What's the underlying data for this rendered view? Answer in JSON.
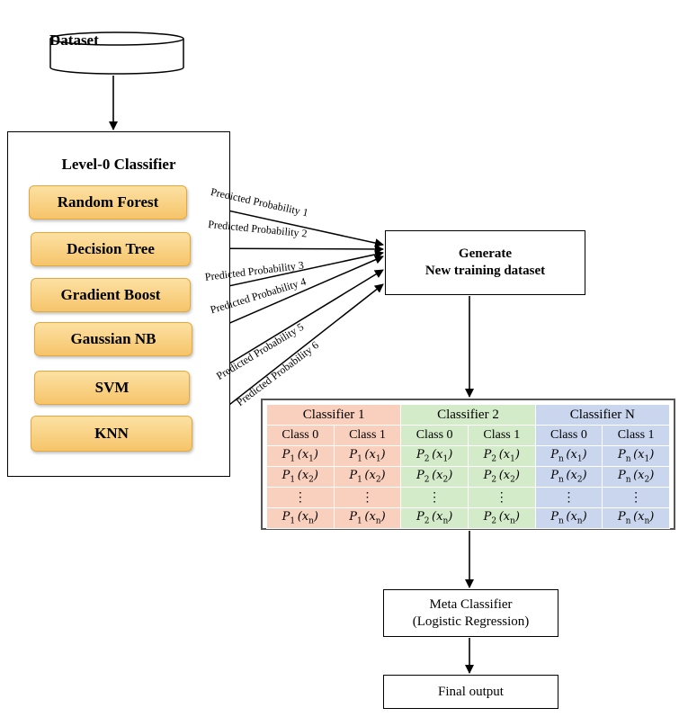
{
  "dataset": {
    "label": "Dataset"
  },
  "level0": {
    "title": "Level-0 Classifier",
    "classifiers": [
      "Random Forest",
      "Decision Tree",
      "Gradient Boost",
      "Gaussian NB",
      "SVM",
      "KNN"
    ]
  },
  "arrows": {
    "labels": [
      "Predicted Probability 1",
      "Predicted Probability 2",
      "Predicted Probability 3",
      "Predicted Probability 4",
      "Predicted Probability 5",
      "Predicted Probability 6"
    ]
  },
  "generate": {
    "line1": "Generate",
    "line2": "New training dataset"
  },
  "table": {
    "groups": [
      "Classifier 1",
      "Classifier 2",
      "Classifier N"
    ],
    "classes": [
      "Class 0",
      "Class 1",
      "Class 0",
      "Class 1",
      "Class 0",
      "Class 1"
    ],
    "rows": [
      [
        "P1(x1)",
        "P1(x1)",
        "P2(x1)",
        "P2(x1)",
        "Pn(x1)",
        "Pn(x1)"
      ],
      [
        "P1(x2)",
        "P1(x2)",
        "P2(x2)",
        "P2(x2)",
        "Pn(x2)",
        "Pn(x2)"
      ],
      [
        "⋮",
        "⋮",
        "⋮",
        "⋮",
        "⋮",
        "⋮"
      ],
      [
        "P1(xn)",
        "P1(xn)",
        "P2(xn)",
        "P2(xn)",
        "Pn(xn)",
        "Pn(xn)"
      ]
    ],
    "colors": {
      "classifier1": "#f9cfbd",
      "classifier2": "#d3ebc8",
      "classifierN": "#c9d6ee"
    }
  },
  "meta": {
    "line1": "Meta Classifier",
    "line2": "(Logistic Regression)"
  },
  "final": {
    "label": "Final output"
  },
  "colors": {
    "classifier_fill": "#f6c46a",
    "classifier_border": "#e3a93f"
  }
}
